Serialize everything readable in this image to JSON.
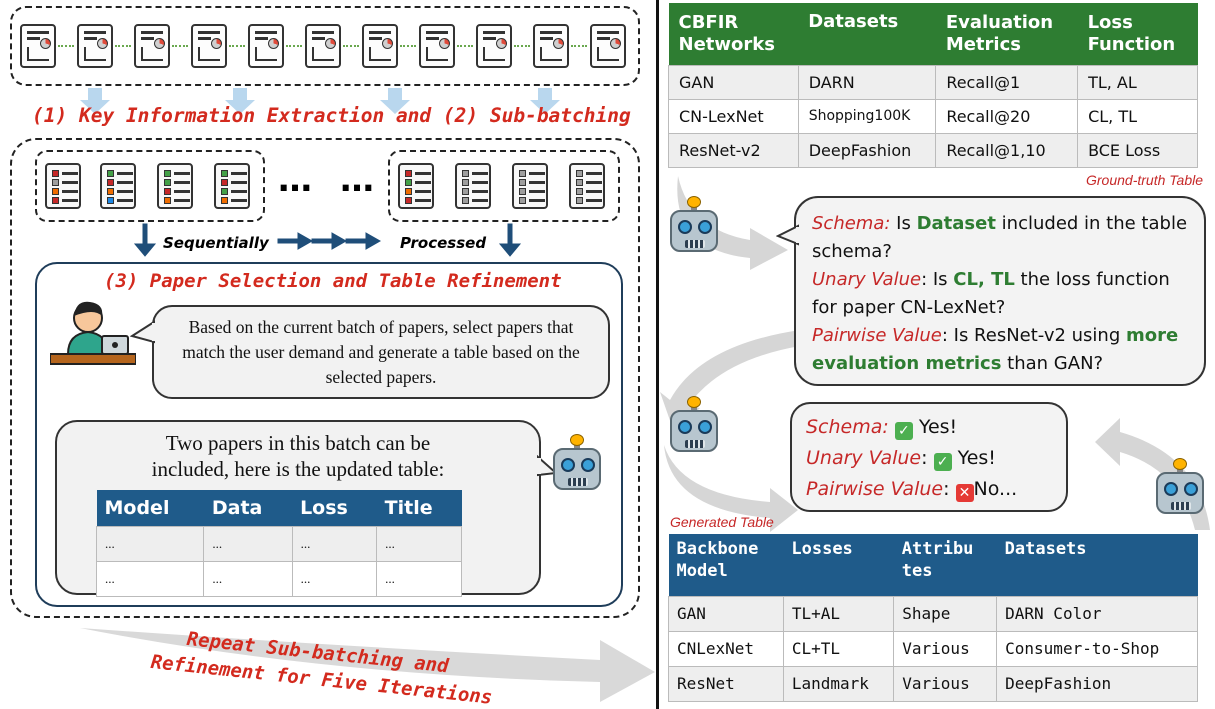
{
  "left": {
    "step12_title": "(1) Key Information Extraction and (2) Sub-batching",
    "ellipsis_left": "…",
    "ellipsis_right": "…",
    "label_sequentially": "Sequentially",
    "label_processed": "Processed",
    "step3_title": "(3) Paper Selection and Table Refinement",
    "user_prompt": "Based on the current batch of papers, select papers that match the user demand and generate a table based on the selected papers.",
    "bot_reply": "Two papers in this batch can be included, here is the updated table:",
    "updated_table": {
      "headers": [
        "Model",
        "Data",
        "Loss",
        "Title"
      ],
      "rows": [
        [
          "...",
          "...",
          "...",
          "..."
        ],
        [
          "...",
          "...",
          "...",
          "..."
        ]
      ]
    },
    "repeat_line1": "Repeat Sub-batching and",
    "repeat_line2": "Refinement for Five Iterations"
  },
  "right": {
    "ground_truth_caption": "Ground-truth Table",
    "ground_truth_table": {
      "headers": [
        [
          "CBFIR",
          "Networks"
        ],
        [
          "Datasets",
          ""
        ],
        [
          "Evaluation",
          "Metrics"
        ],
        [
          "Loss",
          "Function"
        ]
      ],
      "rows": [
        [
          "GAN",
          "DARN",
          "Recall@1",
          "TL, AL"
        ],
        [
          "CN-LexNet",
          "Shopping100K",
          "Recall@20",
          "CL, TL"
        ],
        [
          "ResNet-v2",
          "DeepFashion",
          "Recall@1,10",
          "BCE Loss"
        ]
      ]
    },
    "questions": {
      "schema_label": "Schema:",
      "schema_pre": " Is ",
      "schema_key": "Dataset",
      "schema_post": " included in the table schema?",
      "unary_label": "Unary Value",
      "unary_pre": ": Is ",
      "unary_key": "CL, TL",
      "unary_post": " the loss function for paper CN-LexNet?",
      "pairwise_label": "Pairwise Value",
      "pairwise_pre": ":  Is ResNet-v2 using ",
      "pairwise_key": "more evaluation metrics",
      "pairwise_post": " than GAN?"
    },
    "answers": {
      "schema_label": "Schema:",
      "schema_answer": "Yes!",
      "unary_label": "Unary Value",
      "unary_answer": "Yes!",
      "pairwise_label": "Pairwise Value",
      "pairwise_answer": "No...",
      "check_glyph": "✓",
      "cross_glyph": "✕"
    },
    "generated_caption": "Generated Table",
    "generated_table": {
      "headers": [
        [
          "Backbone",
          "Model"
        ],
        [
          "Losses",
          ""
        ],
        [
          "Attribu",
          "tes"
        ],
        [
          "Datasets",
          ""
        ]
      ],
      "rows": [
        [
          "GAN",
          "TL+AL",
          "Shape",
          "DARN Color"
        ],
        [
          "CNLexNet",
          "CL+TL",
          "Various",
          "Consumer-to-Shop"
        ],
        [
          "ResNet",
          "Landmark",
          "Various",
          "DeepFashion"
        ]
      ]
    }
  },
  "colors": {
    "green_header": "#2e7d32",
    "blue_header": "#1f5b8a",
    "red_accent": "#d32a1e",
    "arrow_blue": "#1f4e79"
  }
}
